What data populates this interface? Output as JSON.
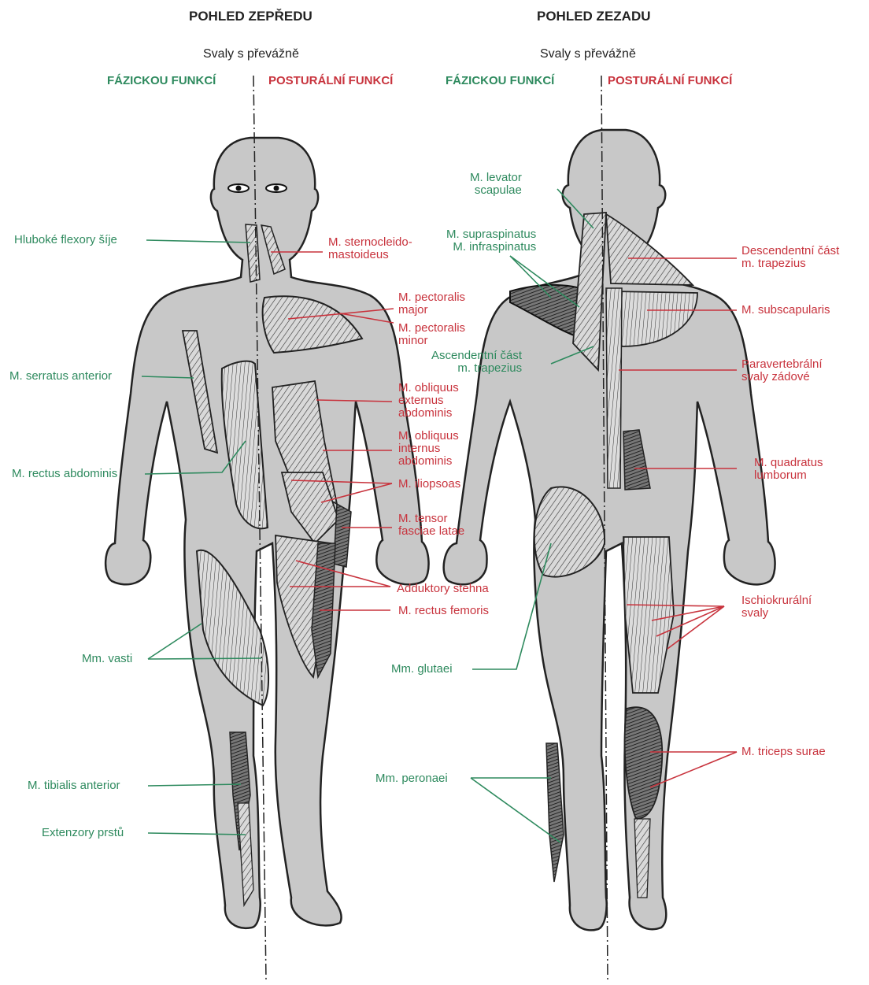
{
  "colors": {
    "phasic": "#2e8a5e",
    "postural": "#c8333d",
    "body": "#c8c8c8",
    "outline": "#222222"
  },
  "front": {
    "title": "POHLED ZEPŘEDU",
    "subtitle": "Svaly s převážně",
    "phasic_caption": "FÁZICKOU FUNKCÍ",
    "postural_caption": "POSTURÁLNÍ FUNKCÍ",
    "phasic_labels": [
      "Hluboké flexory šíje",
      "M. serratus anterior",
      "M. rectus abdominis",
      "Mm. vasti",
      "M. tibialis anterior",
      "Extenzory prstů"
    ],
    "postural_labels": [
      "M. sternocleido-\nmastoideus",
      "M. pectoralis\nmajor",
      "M. pectoralis\nminor",
      "M. obliquus\nexternus\nabdominis",
      "M. obliquus\ninternus\nabdominis",
      "M. iliopsoas",
      "M. tensor\nfasciae latae",
      "Adduktory stehna",
      "M. rectus femoris"
    ]
  },
  "back": {
    "title": "POHLED ZEZADU",
    "subtitle": "Svaly s převážně",
    "phasic_caption": "FÁZICKOU FUNKCÍ",
    "postural_caption": "POSTURÁLNÍ FUNKCÍ",
    "phasic_labels": [
      "M. levator\nscapulae",
      "M. supraspinatus\nM. infraspinatus",
      "Ascendentní část\nm. trapezius",
      "Mm. glutaei",
      "Mm. peronaei"
    ],
    "postural_labels": [
      "Descendentní část\nm. trapezius",
      "M. subscapularis",
      "Paravertebrální\nsvaly zádové",
      "M. quadratus\nlumborum",
      "Ischiokrurální\nsvaly",
      "M. triceps surae"
    ]
  }
}
